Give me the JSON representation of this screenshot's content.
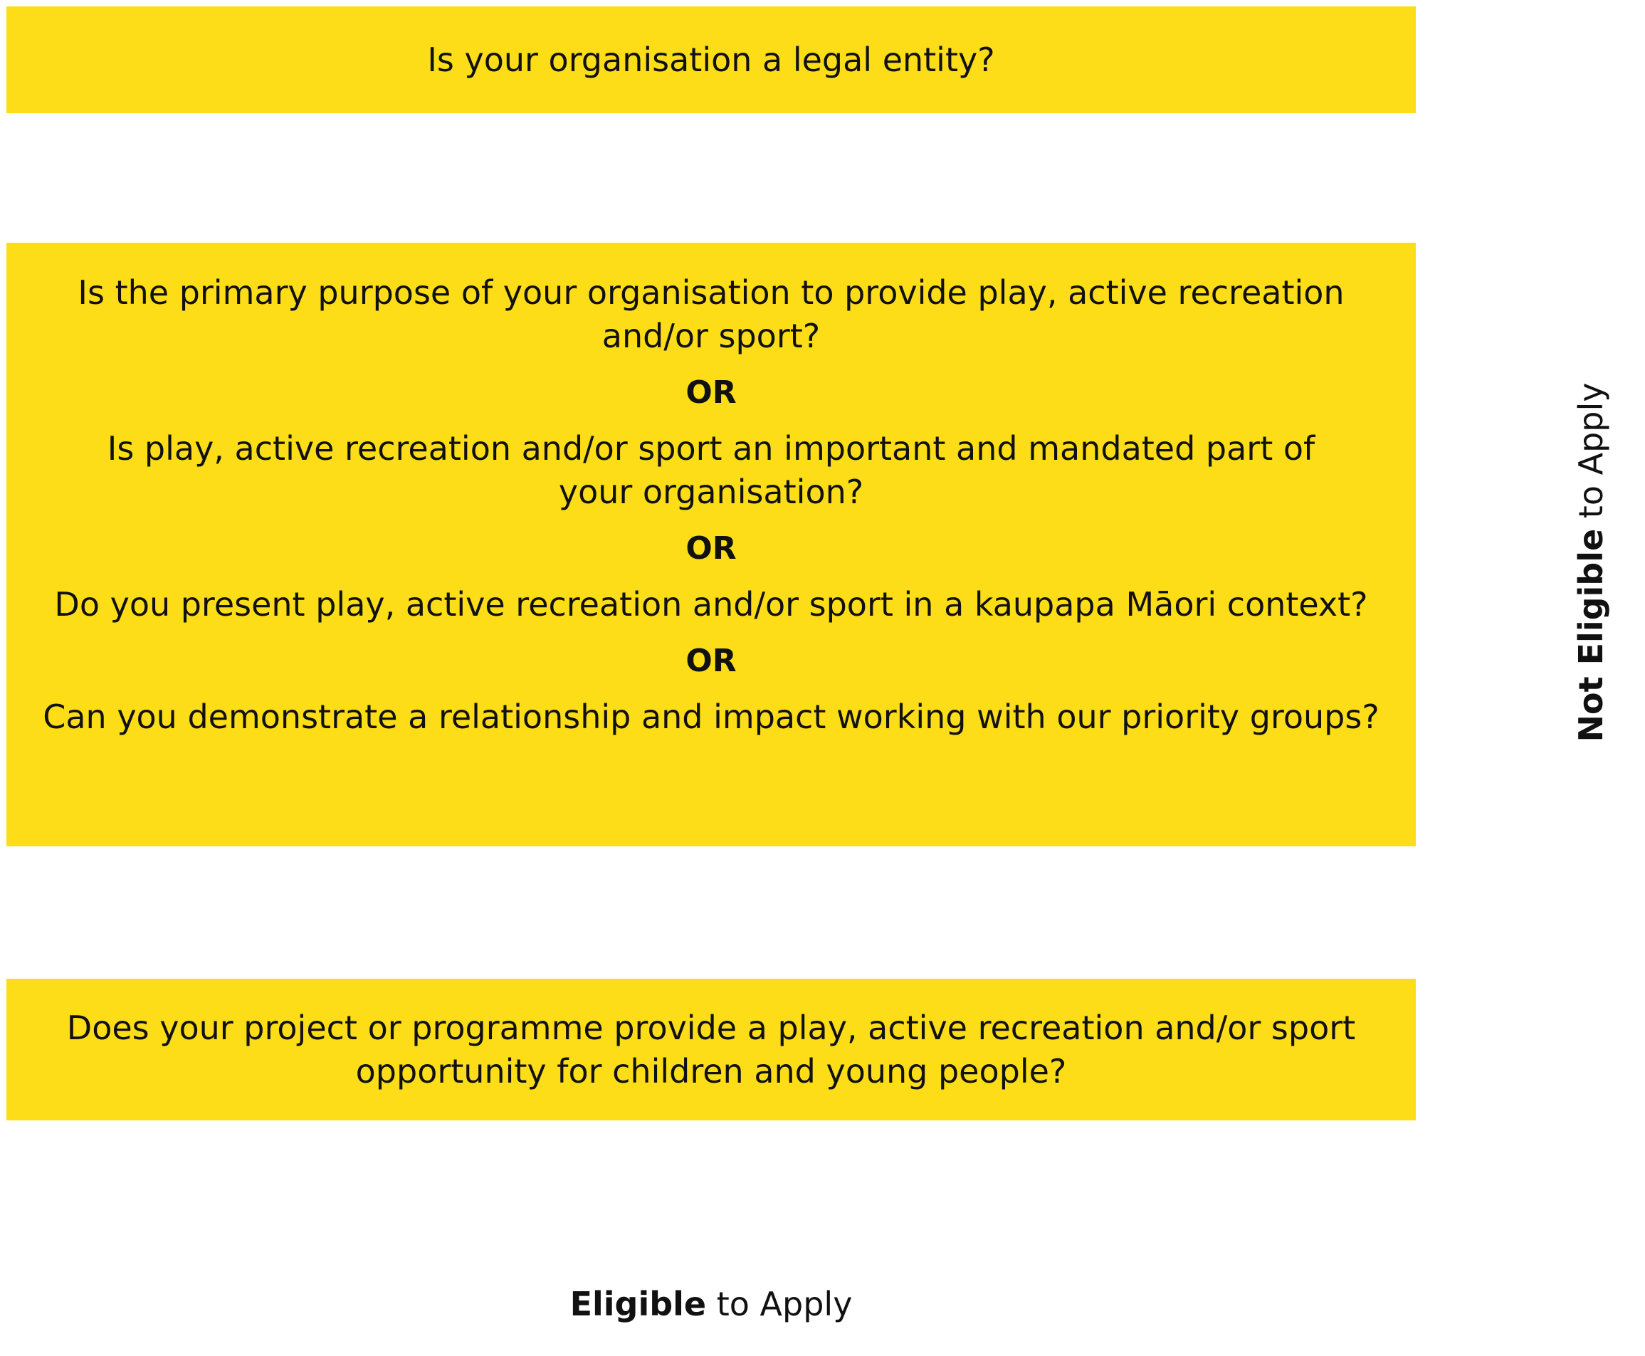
{
  "question1": {
    "text": "Is your organisation a legal entity?"
  },
  "question2": {
    "items": [
      "Is the primary purpose of your organisation to provide play, active recreation and/or sport?",
      "Is play, active recreation and/or sport an important and mandated part of your organisation?",
      "Do you present play, active recreation and/or sport in a kaupapa Māori context?",
      "Can you demonstrate a relationship and impact working with our priority groups?"
    ],
    "separator": "OR"
  },
  "question3": {
    "text": "Does your project or programme provide a play, active recreation and/or sport opportunity for children and young people?"
  },
  "outcomes": {
    "eligible_bold": "Eligible",
    "eligible_rest": " to Apply",
    "not_eligible_bold": "Not Eligible",
    "not_eligible_rest": " to Apply"
  },
  "colors": {
    "box_fill": "#fcdd17",
    "text": "#111111"
  }
}
